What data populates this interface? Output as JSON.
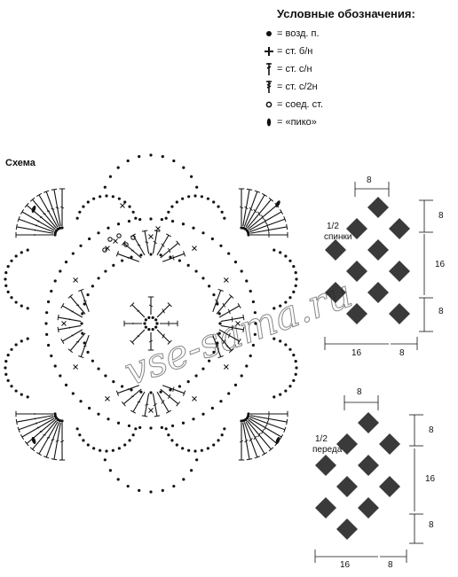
{
  "legend": {
    "title": "Условные обозначения:",
    "items": [
      {
        "icon": "chain-dot-icon",
        "text": "= возд. п."
      },
      {
        "icon": "single-crochet-cross-icon",
        "text": "= ст. б/н"
      },
      {
        "icon": "double-crochet-icon",
        "text": "= ст. с/н"
      },
      {
        "icon": "treble-crochet-icon",
        "text": "= ст. с/2н"
      },
      {
        "icon": "slip-stitch-circle-icon",
        "text": "= соед. ст."
      },
      {
        "icon": "picot-oval-icon",
        "text": "= «пико»"
      }
    ]
  },
  "scheme_label": "Схема",
  "watermark": "vse-sama.ru",
  "back_panel": {
    "label_line1": "1/2",
    "label_line2": "спинки",
    "dims": {
      "top": "8",
      "right_top": "8",
      "right_mid": "16",
      "right_bottom": "8",
      "bottom_left": "16",
      "bottom_right": "8"
    }
  },
  "front_panel": {
    "label_line1": "1/2",
    "label_line2": "переда",
    "dims": {
      "top": "8",
      "right_top": "8",
      "right_mid": "16",
      "right_bottom": "8",
      "bottom_left": "16",
      "bottom_right": "8"
    }
  },
  "colors": {
    "ink": "#111111",
    "tile": "#3a3a3a",
    "background": "#ffffff"
  }
}
